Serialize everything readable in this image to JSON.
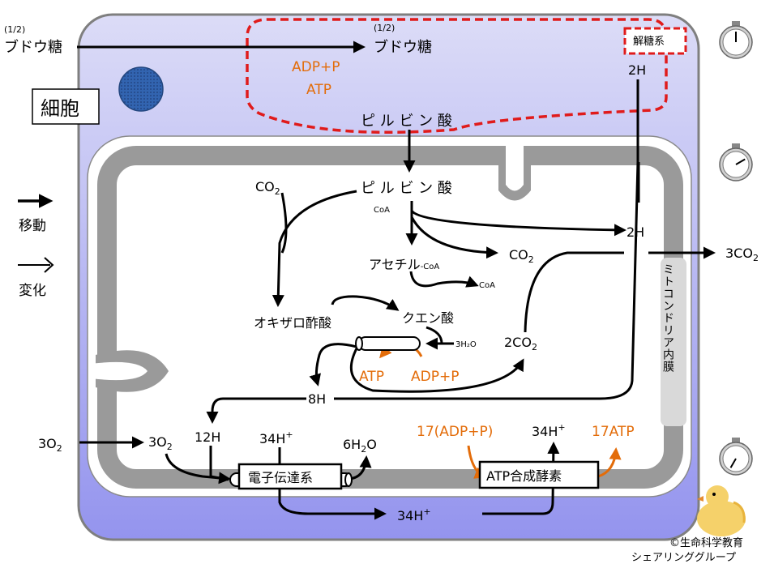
{
  "outside": {
    "glucose_fraction": "(1/2)",
    "glucose": "ブドウ糖",
    "legend_move": "移動",
    "legend_change": "変化",
    "o2_in": "3O",
    "o2_in_sub": "2",
    "co2_out": "3CO",
    "co2_out_sub": "2"
  },
  "cell": {
    "label": "細胞",
    "glucose_fraction": "(1/2)",
    "glucose": "ブドウ糖",
    "glycolysis_label": "解糖系",
    "adp_p": "ADP+P",
    "atp": "ATP",
    "pyruvate": "ピ ル ビ ン 酸",
    "h2_glycolysis": "2H"
  },
  "mitochondria": {
    "inner_membrane_label": "ミトコンドリア内膜",
    "pyruvate": "ピ ル ビ ン 酸",
    "coa": "CoA",
    "co2_top": "CO",
    "co2_top_sub": "2",
    "h2": "2H",
    "co2_mid": "CO",
    "co2_mid_sub": "2",
    "acetyl": "アセチル",
    "acetyl_coa": "-CoA",
    "coa_release": "CoA",
    "citric": "クエン酸",
    "oxaloacetate": "オキザロ酢酸",
    "h2o_in": "3H₂O",
    "co2_cycle_prefix": "2CO",
    "co2_cycle_sub": "2",
    "atp_cycle": "ATP",
    "adp_p_cycle": "ADP+P",
    "h8": "8H",
    "o2": "3O",
    "o2_sub": "2",
    "h12": "12H",
    "h34_left": "34H",
    "h34_left_sup": "+",
    "h2o_out": "6H",
    "h2o_out_sub": "2",
    "h2o_out_o": "O",
    "etc": "電子伝達系",
    "adp_p_synth": "17(ADP+P)",
    "h34_right": "34H",
    "h34_right_sup": "+",
    "atp_synth": "17ATP",
    "synthase": "ATP合成酵素",
    "h34_bottom": "34H",
    "h34_bottom_sup": "+"
  },
  "credit": {
    "line1": "©生命科学教育",
    "line2": "シェアリンググループ"
  },
  "clocks": [
    {
      "name": "clock-icon-1",
      "hand_angle_deg": 0
    },
    {
      "name": "clock-icon-2",
      "hand_angle_deg": 60
    },
    {
      "name": "clock-icon-3",
      "hand_angle_deg": 210
    }
  ],
  "colors": {
    "cell_gradient_top": "#dcdcf7",
    "cell_gradient_bottom": "#9494ee",
    "membrane": "#9a9a9a",
    "glycolysis_border": "#e01b1b",
    "orange": "#e36c09",
    "nucleus": "#3264b0"
  }
}
